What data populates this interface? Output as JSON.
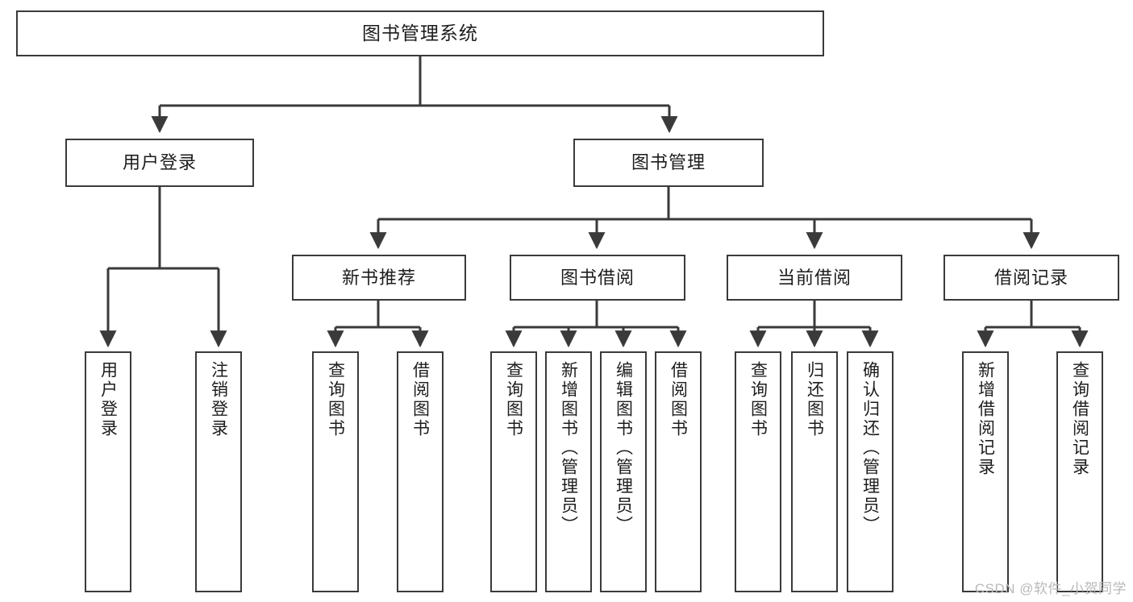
{
  "diagram": {
    "type": "tree-hierarchy",
    "title": "图书管理系统",
    "colors": {
      "box_border": "#3a3a3a",
      "box_fill": "#ffffff",
      "connector": "#3a3a3a",
      "text": "#1d1d1d",
      "watermark": "#b9b9b9"
    },
    "nodes": {
      "root": {
        "label": "图书管理系统"
      },
      "level2": [
        {
          "id": "user-login",
          "label": "用户登录"
        },
        {
          "id": "book-management",
          "label": "图书管理"
        }
      ],
      "level3": [
        {
          "id": "new-book-recommend",
          "label": "新书推荐"
        },
        {
          "id": "book-borrow",
          "label": "图书借阅"
        },
        {
          "id": "current-borrow",
          "label": "当前借阅"
        },
        {
          "id": "borrow-record",
          "label": "借阅记录"
        }
      ],
      "leaves": {
        "user_login": [
          {
            "id": "leaf-user-login",
            "label": "用户登录"
          },
          {
            "id": "leaf-logout",
            "label": "注销登录"
          }
        ],
        "new_book_recommend": [
          {
            "id": "leaf-query-book-1",
            "label": "查询图书"
          },
          {
            "id": "leaf-borrow-book-1",
            "label": "借阅图书"
          }
        ],
        "book_borrow": [
          {
            "id": "leaf-query-book-2",
            "label": "查询图书"
          },
          {
            "id": "leaf-add-book",
            "label": "新增图书（管理员）"
          },
          {
            "id": "leaf-edit-book",
            "label": "编辑图书（管理员）"
          },
          {
            "id": "leaf-borrow-book-2",
            "label": "借阅图书"
          }
        ],
        "current_borrow": [
          {
            "id": "leaf-query-book-3",
            "label": "查询图书"
          },
          {
            "id": "leaf-return-book",
            "label": "归还图书"
          },
          {
            "id": "leaf-confirm-return",
            "label": "确认归还（管理员）"
          }
        ],
        "borrow_record": [
          {
            "id": "leaf-add-record",
            "label": "新增借阅记录"
          },
          {
            "id": "leaf-query-record",
            "label": "查询借阅记录"
          }
        ]
      }
    },
    "watermark": "CSDN @软件_小贺同学"
  }
}
